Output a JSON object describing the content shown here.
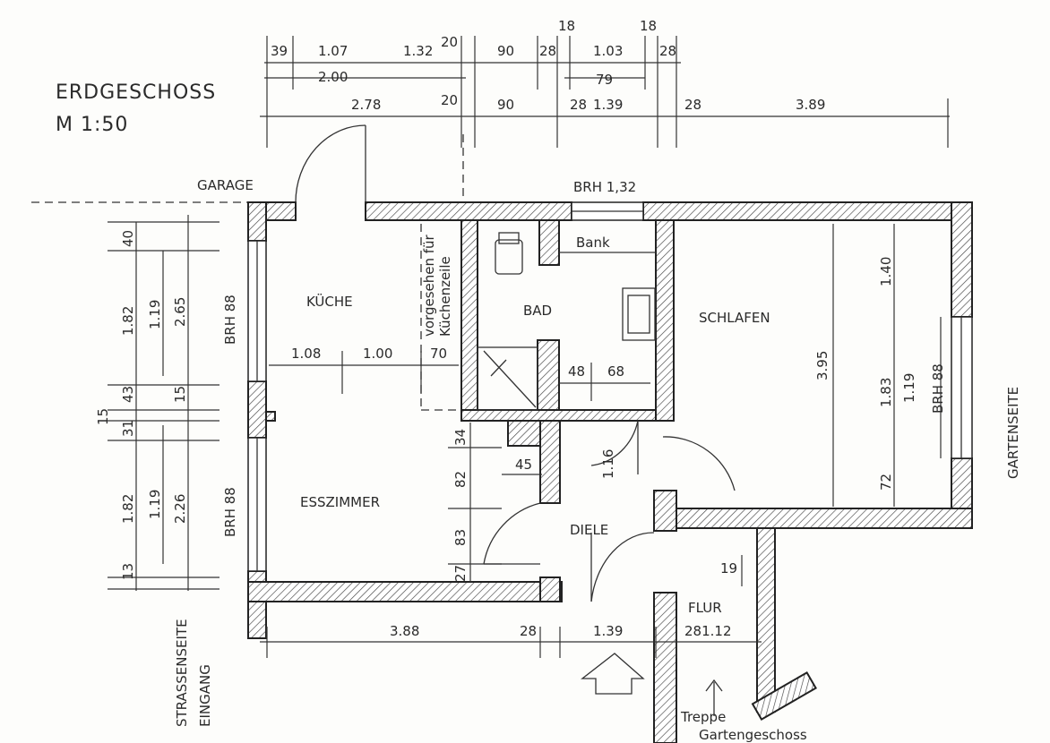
{
  "title": "ERDGESCHOSS",
  "scale": "M 1:50",
  "rooms": {
    "kueche": "KÜCHE",
    "bad": "BAD",
    "schlafen": "SCHLAFEN",
    "esszimmer": "ESSZIMMER",
    "diele": "DIELE",
    "flur": "FLUR"
  },
  "labels": {
    "garage": "GARAGE",
    "bank": "Bank",
    "brh_top": "BRH 1,32",
    "brh_kueche": "BRH 88",
    "brh_ess": "BRH 88",
    "brh_schlafen": "BRH 88",
    "kuechenzeile_1": "vorgesehen für",
    "kuechenzeile_2": "Küchenzeile",
    "gartenseite": "GARTENSEITE",
    "strassenseite": "STRASSENSEITE",
    "eingang": "EINGANG",
    "treppe": "Treppe",
    "gartengeschoss": "Gartengeschoss"
  },
  "dimensions": {
    "top_row1": [
      "39",
      "1.07",
      "1.32",
      "20",
      "90",
      "28",
      "1.03",
      "28"
    ],
    "top_18a": "18",
    "top_18b": "18",
    "top_row2": [
      "2.00",
      "79"
    ],
    "top_row3": [
      "2.78",
      "20",
      "90",
      "28",
      "1.39",
      "28",
      "3.89"
    ],
    "left_outer": [
      "2.65",
      "2.26"
    ],
    "left_mid": [
      "1.19",
      "15",
      "1.19"
    ],
    "left_inner": [
      "40",
      "1.82",
      "43",
      "31",
      "1.82",
      "13"
    ],
    "left_15": "15",
    "kueche_row": [
      "1.08",
      "1.00",
      "70"
    ],
    "bad_row": [
      "48",
      "68"
    ],
    "diele_col": [
      "34",
      "82",
      "83",
      "27"
    ],
    "diele_45": "45",
    "door_116": "1.16",
    "schlafen": [
      "3.95",
      "1.40",
      "1.83",
      "1.19",
      "72"
    ],
    "flur_19": "19",
    "bottom": [
      "3.88",
      "28",
      "1.39",
      "281.12"
    ]
  }
}
